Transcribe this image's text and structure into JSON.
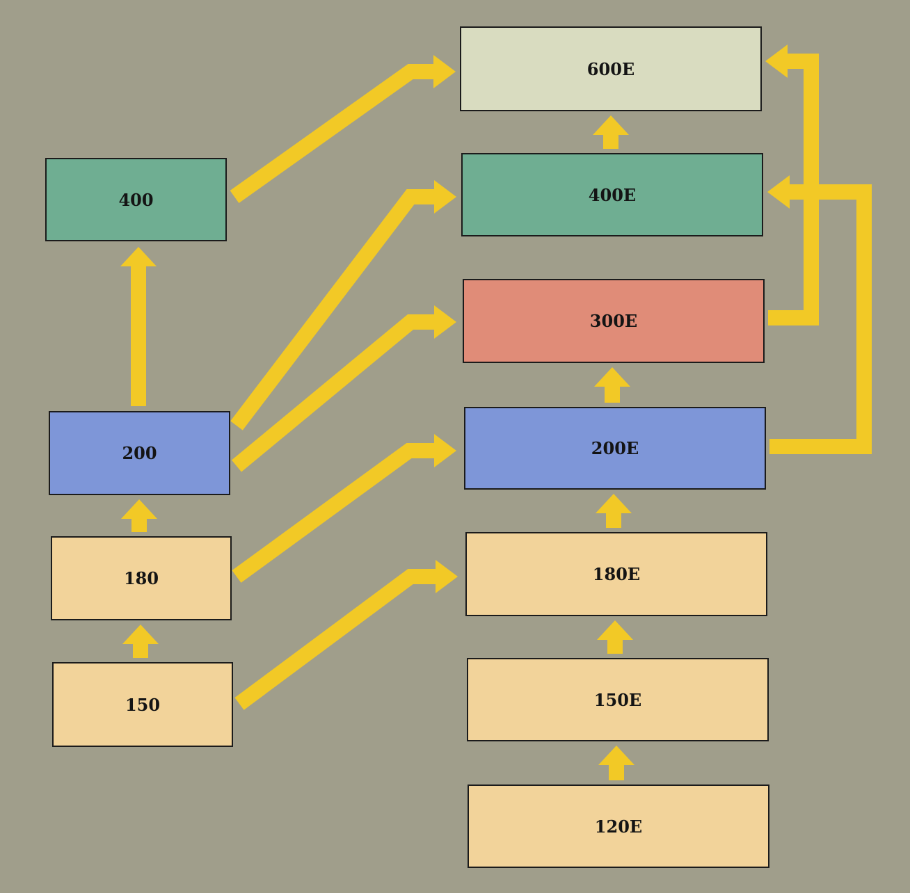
{
  "colors": {
    "background": "#a09e8b",
    "arrow": "#f2c926",
    "tan": "#f2d39a",
    "blue": "#7e96d8",
    "green": "#6fae92",
    "red": "#e08c78",
    "pale_green": "#d9dcc0"
  },
  "nodes": {
    "n150": {
      "label": "150",
      "color": "tan"
    },
    "n180": {
      "label": "180",
      "color": "tan"
    },
    "n200": {
      "label": "200",
      "color": "blue"
    },
    "n400": {
      "label": "400",
      "color": "green"
    },
    "n120e": {
      "label": "120E",
      "color": "tan"
    },
    "n150e": {
      "label": "150E",
      "color": "tan"
    },
    "n180e": {
      "label": "180E",
      "color": "tan"
    },
    "n200e": {
      "label": "200E",
      "color": "blue"
    },
    "n300e": {
      "label": "300E",
      "color": "red"
    },
    "n400e": {
      "label": "400E",
      "color": "green"
    },
    "n600e": {
      "label": "600E",
      "color": "pale_green"
    }
  },
  "connections": [
    {
      "from": "150",
      "to": "180"
    },
    {
      "from": "180",
      "to": "200"
    },
    {
      "from": "200",
      "to": "400"
    },
    {
      "from": "120E",
      "to": "150E"
    },
    {
      "from": "150E",
      "to": "180E"
    },
    {
      "from": "180E",
      "to": "200E"
    },
    {
      "from": "200E",
      "to": "300E"
    },
    {
      "from": "400E",
      "to": "600E"
    },
    {
      "from": "150",
      "to": "180E"
    },
    {
      "from": "180",
      "to": "200E"
    },
    {
      "from": "200",
      "to": "300E"
    },
    {
      "from": "200",
      "to": "400E"
    },
    {
      "from": "400",
      "to": "600E"
    },
    {
      "from": "200E",
      "to": "400E"
    },
    {
      "from": "300E",
      "to": "600E"
    }
  ]
}
